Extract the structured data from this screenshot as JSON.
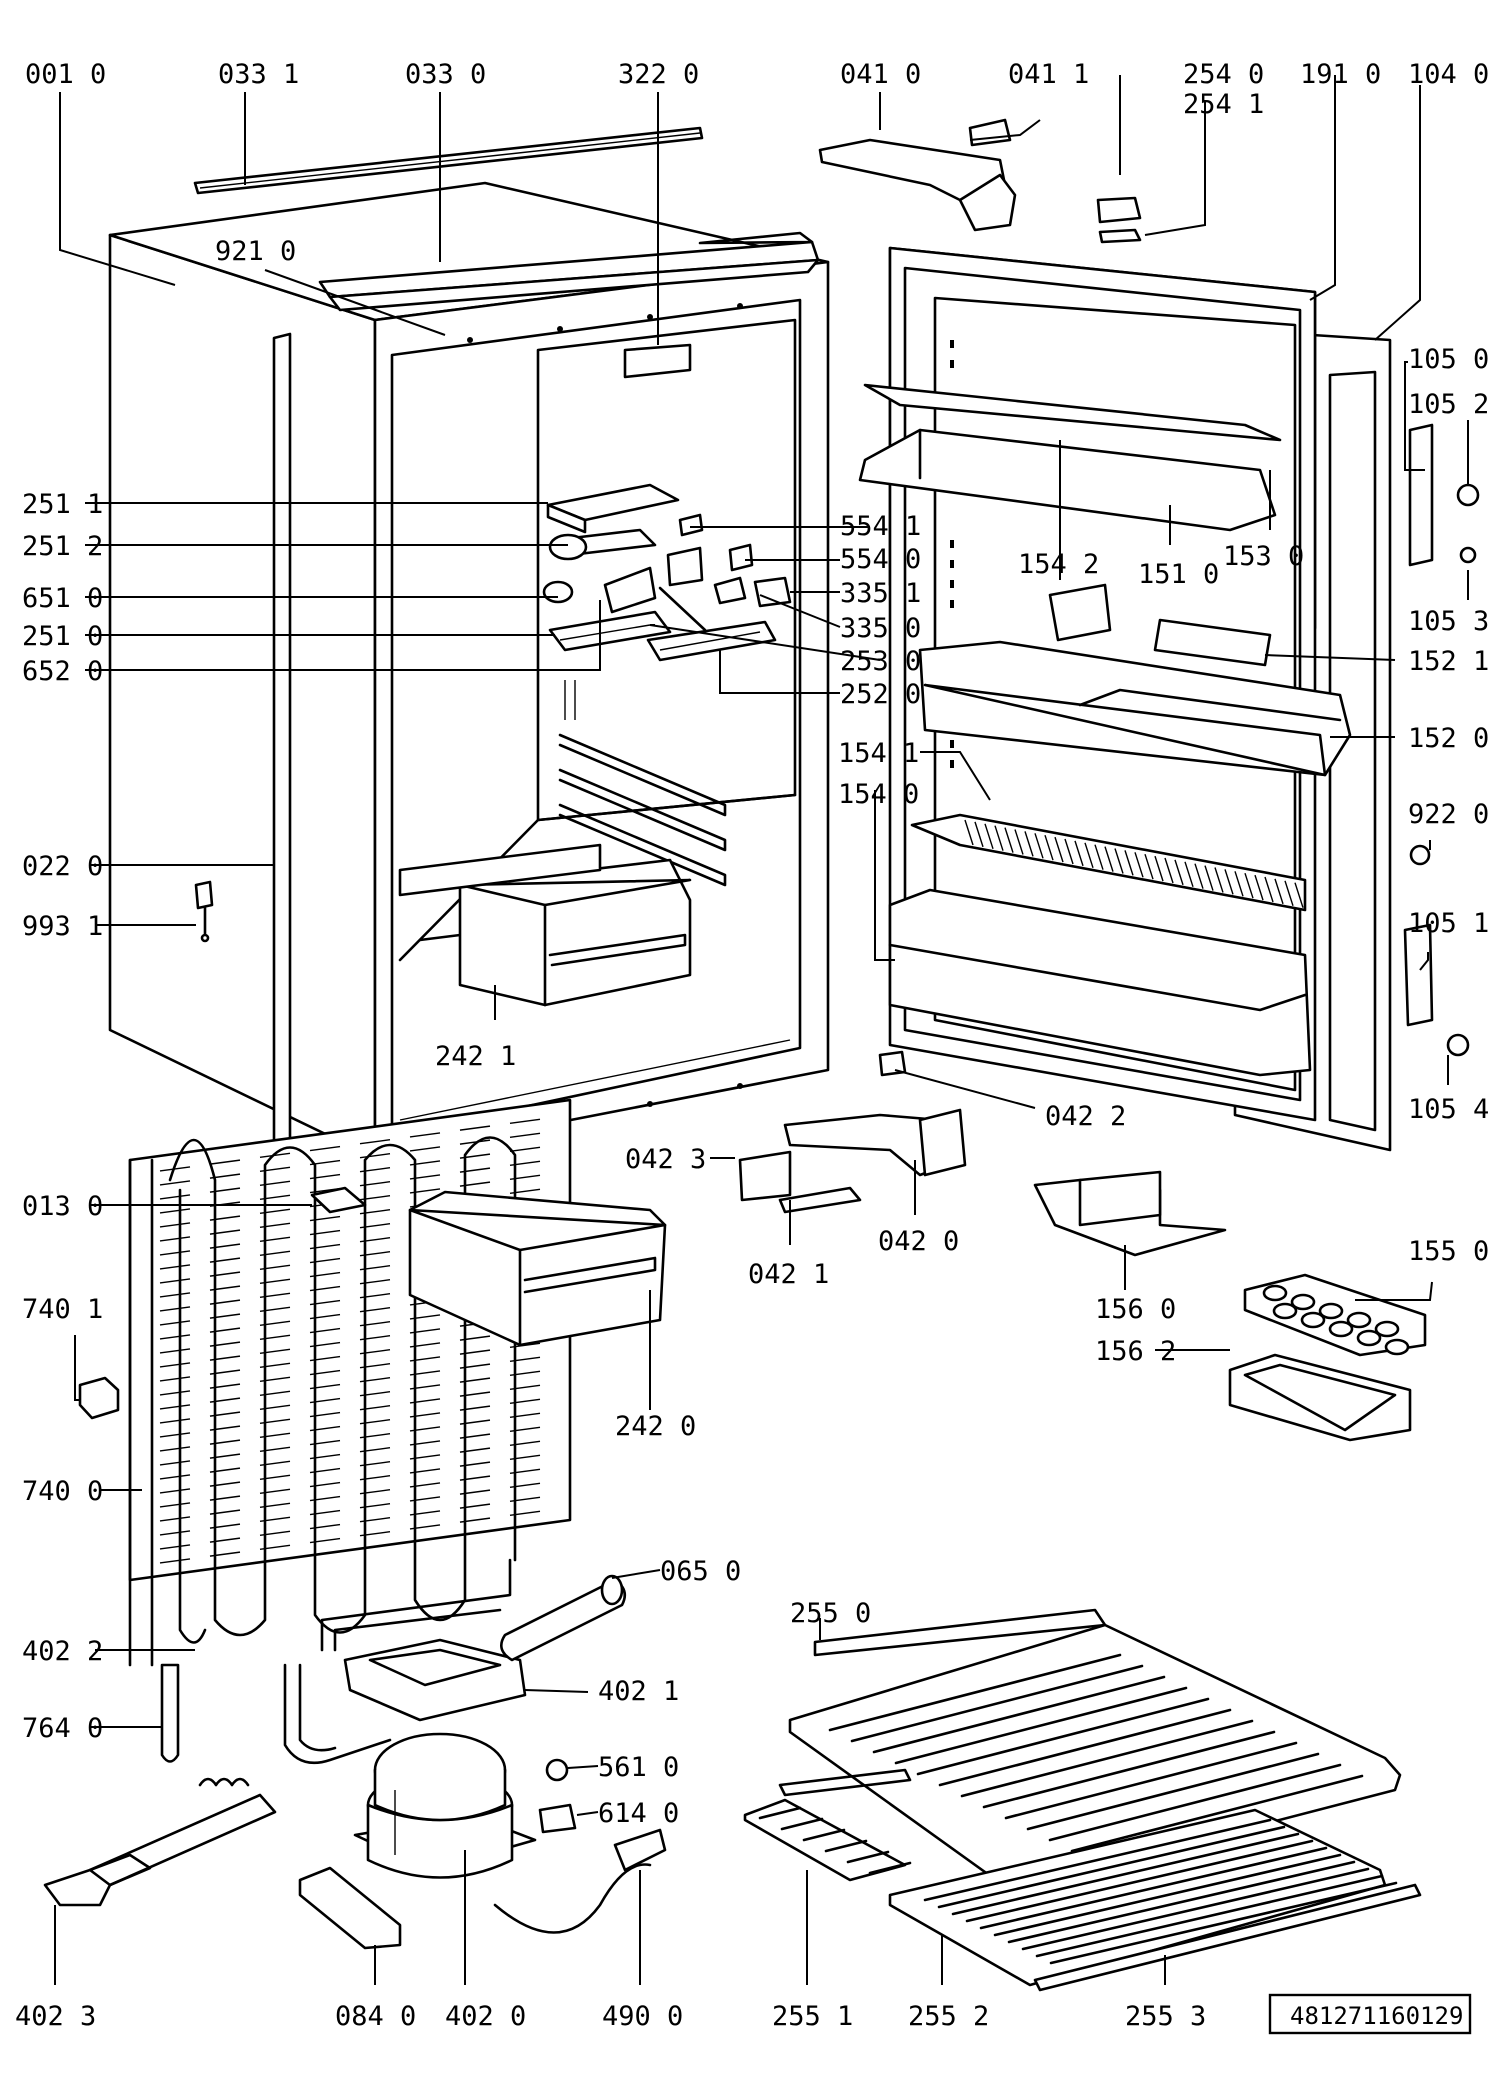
{
  "document_number": "4812711601​29",
  "callouts": [
    {
      "id": "c0010",
      "text": "001 0"
    },
    {
      "id": "c0331",
      "text": "033 1"
    },
    {
      "id": "c0330",
      "text": "033 0"
    },
    {
      "id": "c3220",
      "text": "322 0"
    },
    {
      "id": "c0410",
      "text": "041 0"
    },
    {
      "id": "c0411",
      "text": "041 1"
    },
    {
      "id": "c2540",
      "text": "254 0"
    },
    {
      "id": "c2541",
      "text": "254 1"
    },
    {
      "id": "c1910",
      "text": "191 0"
    },
    {
      "id": "c1040",
      "text": "104 0"
    },
    {
      "id": "c9210",
      "text": "921 0"
    },
    {
      "id": "c1050",
      "text": "105 0"
    },
    {
      "id": "c1052",
      "text": "105 2"
    },
    {
      "id": "c2511",
      "text": "251 1"
    },
    {
      "id": "c5541",
      "text": "554 1"
    },
    {
      "id": "c2512",
      "text": "251 2"
    },
    {
      "id": "c5540",
      "text": "554 0"
    },
    {
      "id": "c1542",
      "text": "154 2"
    },
    {
      "id": "c1510",
      "text": "151 0"
    },
    {
      "id": "c1530",
      "text": "153 0"
    },
    {
      "id": "c6510",
      "text": "651 0"
    },
    {
      "id": "c3351",
      "text": "335 1"
    },
    {
      "id": "c1053",
      "text": "105 3"
    },
    {
      "id": "c2510",
      "text": "251 0"
    },
    {
      "id": "c3350",
      "text": "335 0"
    },
    {
      "id": "c2530",
      "text": "253 0"
    },
    {
      "id": "c1521",
      "text": "152 1"
    },
    {
      "id": "c6520",
      "text": "652 0"
    },
    {
      "id": "c2520",
      "text": "252 0"
    },
    {
      "id": "c1520",
      "text": "152 0"
    },
    {
      "id": "c1541",
      "text": "154 1"
    },
    {
      "id": "c1540",
      "text": "154 0"
    },
    {
      "id": "c9220",
      "text": "922 0"
    },
    {
      "id": "c0220",
      "text": "022 0"
    },
    {
      "id": "c1051",
      "text": "105 1"
    },
    {
      "id": "c9931",
      "text": "993 1"
    },
    {
      "id": "c2421",
      "text": "242 1"
    },
    {
      "id": "c1054",
      "text": "105 4"
    },
    {
      "id": "c0422",
      "text": "042 2"
    },
    {
      "id": "c0423",
      "text": "042 3"
    },
    {
      "id": "c0130",
      "text": "013 0"
    },
    {
      "id": "c0420",
      "text": "042 0"
    },
    {
      "id": "c1550",
      "text": "155 0"
    },
    {
      "id": "c0421",
      "text": "042 1"
    },
    {
      "id": "c7401",
      "text": "740 1"
    },
    {
      "id": "c1560",
      "text": "156 0"
    },
    {
      "id": "c1562",
      "text": "156 2"
    },
    {
      "id": "c2420",
      "text": "242 0"
    },
    {
      "id": "c7400",
      "text": "740 0"
    },
    {
      "id": "c0650",
      "text": "065 0"
    },
    {
      "id": "c2550",
      "text": "255 0"
    },
    {
      "id": "c4022",
      "text": "402 2"
    },
    {
      "id": "c4021",
      "text": "402 1"
    },
    {
      "id": "c7640",
      "text": "764 0"
    },
    {
      "id": "c5610",
      "text": "561 0"
    },
    {
      "id": "c6140",
      "text": "614 0"
    },
    {
      "id": "c4023",
      "text": "402 3"
    },
    {
      "id": "c0840",
      "text": "084 0"
    },
    {
      "id": "c4020",
      "text": "402 0"
    },
    {
      "id": "c4900",
      "text": "490 0"
    },
    {
      "id": "c2551",
      "text": "255 1"
    },
    {
      "id": "c2552",
      "text": "255 2"
    },
    {
      "id": "c2553",
      "text": "255 3"
    }
  ]
}
